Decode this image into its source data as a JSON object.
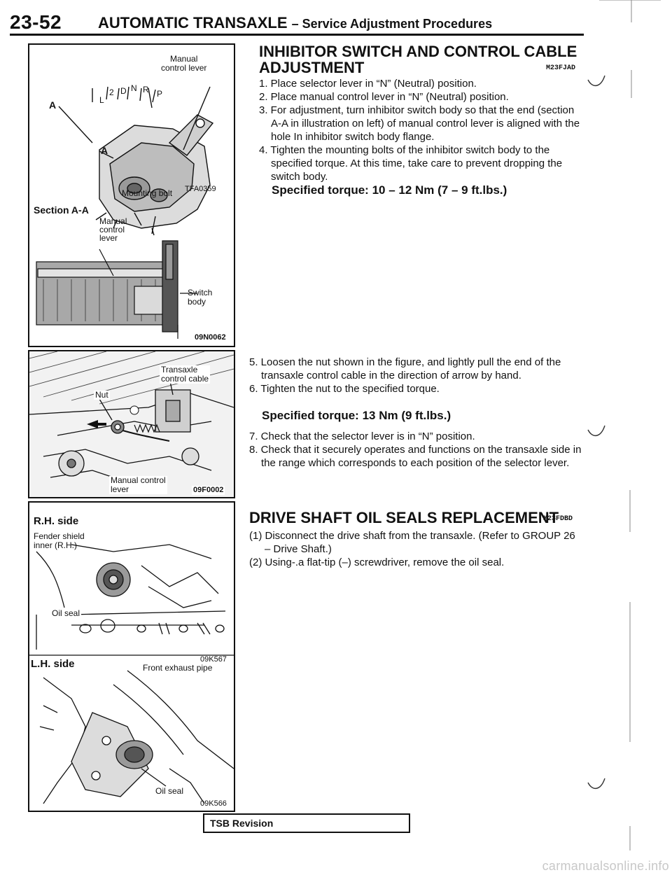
{
  "header": {
    "page_number": "23-52",
    "title": "AUTOMATIC TRANSAXLE",
    "subtitle": "– Service Adjustment Procedures"
  },
  "figures": {
    "fig1": {
      "manual_control_lever": "Manual\ncontrol lever",
      "range_letters": [
        "L",
        "2",
        "D",
        "N",
        "R",
        "P"
      ],
      "mark_a_left": "A",
      "mark_a_mid": "A",
      "mounting_bolt": "Mounting bolt",
      "code": "TFA0359",
      "section_label": "Section A-A",
      "section_manual_lever": "Manual\ncontrol\nlever",
      "switch_body": "Switch\nbody",
      "section_code": "09N0062"
    },
    "fig2": {
      "transaxle_control_cable": "Transaxle\ncontrol cable",
      "nut": "Nut",
      "manual_control_lever": "Manual control\nlever",
      "code": "09F0002"
    },
    "fig3": {
      "rh_side": "R.H. side",
      "fender_shield": "Fender shield\ninner (R.H.)",
      "oil_seal_top": "Oil seal",
      "code_top": "09K567",
      "lh_side": "L.H. side",
      "front_exhaust_pipe": "Front exhaust pipe",
      "oil_seal_bottom": "Oil seal",
      "code_bottom": "09K566"
    }
  },
  "section1": {
    "heading_line1": "INHIBITOR SWITCH AND CONTROL CABLE",
    "heading_line2": "ADJUSTMENT",
    "code": "M23FJAD",
    "steps_a": [
      "1. Place selector lever in “N” (Neutral) position.",
      "2. Place manual control lever in “N” (Neutral) position.",
      "3. For adjustment, turn inhibitor switch body so that the end (section A-A in illustration on left) of manual control lever is aligned with the hole In inhibitor switch body flange.",
      "4. Tighten the mounting bolts of the inhibitor switch body to the specified torque. At this time, take care to prevent dropping the switch body."
    ],
    "spec_a": "Specified torque: 10 – 12 Nm (7 – 9 ft.lbs.)",
    "steps_b": [
      "5. Loosen the nut shown in the figure, and lightly pull the end of the transaxle control cable in the direction of arrow by hand.",
      "6. Tighten the nut to the specified torque."
    ],
    "spec_b": "Specified torque: 13 Nm (9 ft.lbs.)",
    "steps_c": [
      "7. Check that the selector lever is in “N” position.",
      "8. Check that it securely operates and functions on the transaxle side in the range which corresponds to each position of the selector lever."
    ]
  },
  "section2": {
    "heading": "DRIVE SHAFT OIL SEALS REPLACEMENT",
    "code": "M23FDBD",
    "steps": [
      "(1) Disconnect the drive shaft from the transaxle. (Refer to GROUP 26 – Drive Shaft.)",
      "(2) Using-.a flat-tip (–) screwdriver, remove the oil seal."
    ]
  },
  "footer": {
    "tsb_revision": "TSB Revision",
    "watermark": "carmanualsonline.info"
  }
}
